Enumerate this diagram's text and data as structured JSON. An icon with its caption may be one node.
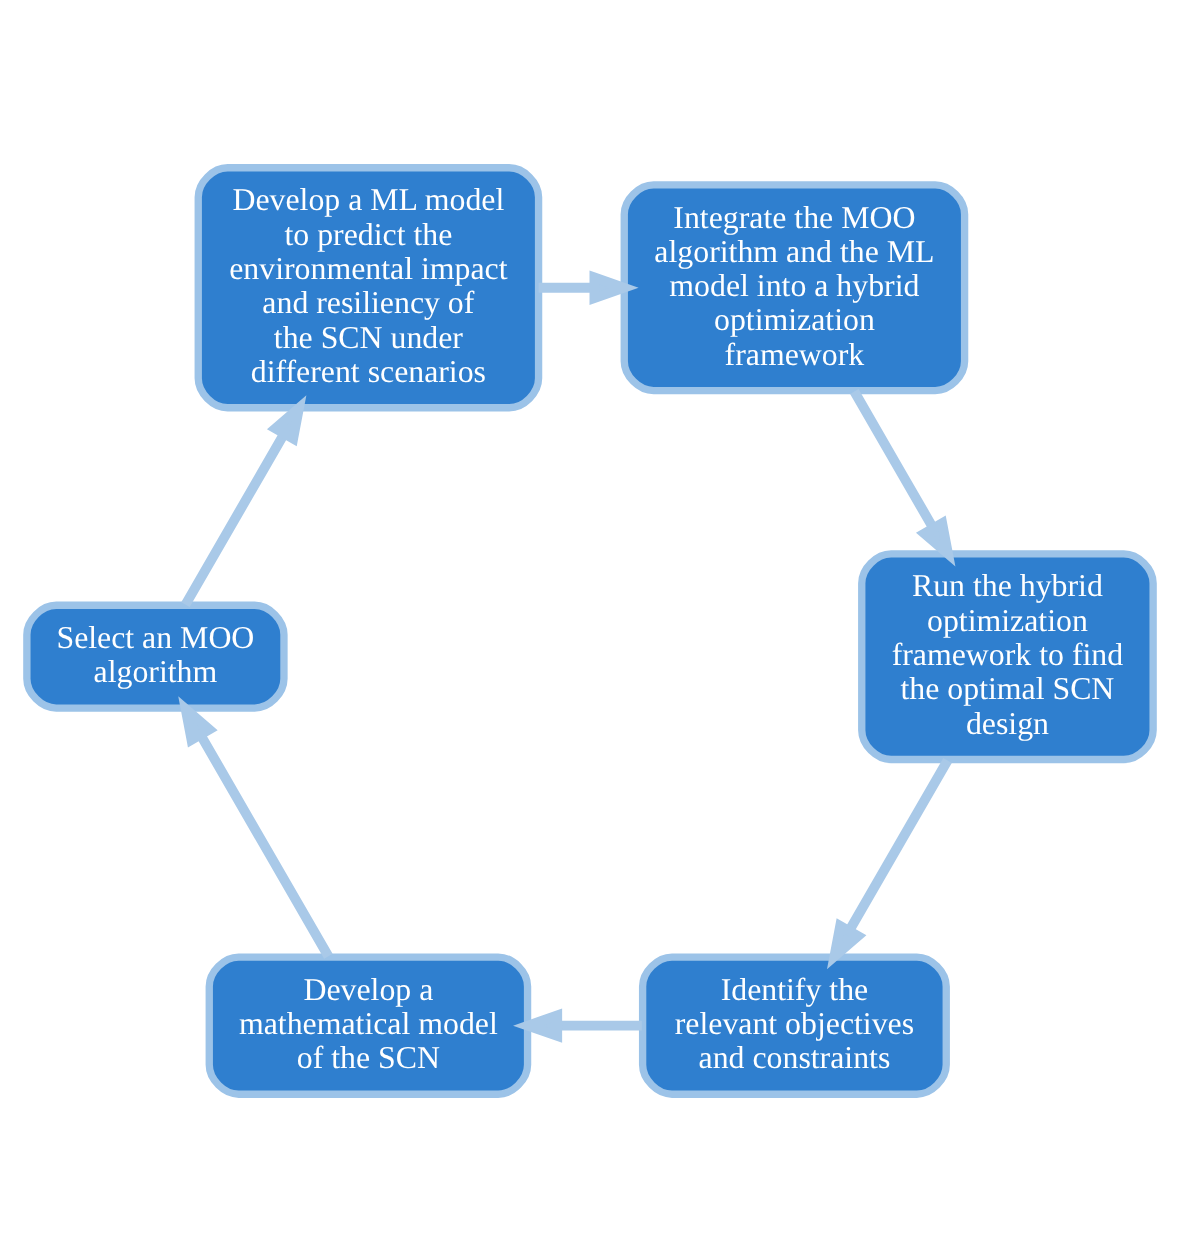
{
  "diagram": {
    "nodes": [
      {
        "text": [
          "Identify the relevant objectives and constraints"
        ]
      },
      {
        "text": [
          "Develop a mathematical model of the SCN"
        ]
      },
      {
        "text": [
          "Select an MOO algorithm"
        ]
      },
      {
        "text": [
          "Develop a ML model to predict the environmental impact and resiliency of the SCN under different scenarios"
        ]
      },
      {
        "text": [
          "Integrate the MOO algorithm and the ML model into a hybrid optimization framework"
        ]
      },
      {
        "text": [
          "Run the hybrid optimization framework to find the optimal SCN design"
        ]
      }
    ],
    "edges": [
      {
        "from": 0,
        "to": 1,
        "arrow": "to"
      },
      {
        "from": 1,
        "to": 2,
        "arrow": "to"
      },
      {
        "from": 2,
        "to": 3,
        "arrow": "to"
      },
      {
        "from": 3,
        "to": 4,
        "arrow": "to"
      },
      {
        "from": 4,
        "to": 5,
        "arrow": "to"
      },
      {
        "from": 5,
        "to": 0,
        "arrow": "to"
      }
    ]
  }
}
